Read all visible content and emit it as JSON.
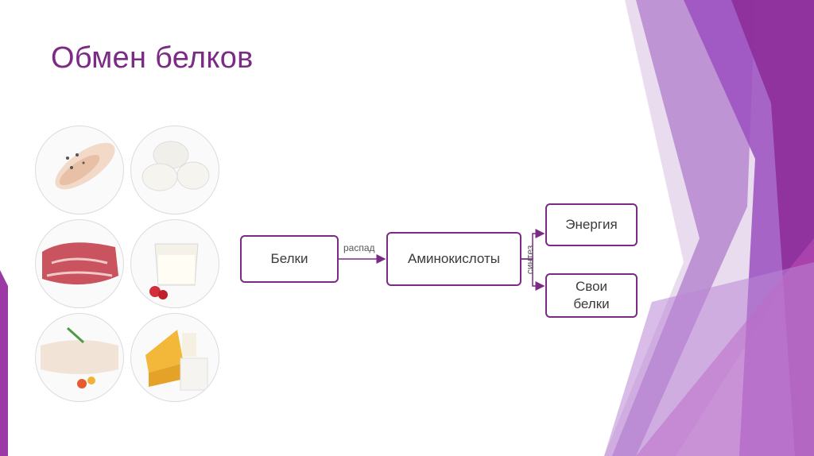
{
  "slide": {
    "title": "Обмен белков"
  },
  "diagram": {
    "nodes": {
      "proteins": "Белки",
      "amino_acids": "Аминокислоты",
      "energy": "Энергия",
      "own_proteins": "Свои\nбелки"
    },
    "edges": {
      "breakdown": "распад",
      "synthesis": "синтез"
    }
  },
  "images": {
    "items": [
      "chicken-breast",
      "eggs",
      "raw-meat",
      "milk",
      "fish-fillet",
      "cheese"
    ]
  },
  "colors": {
    "accent": "#7b2a86",
    "purple_light": "#c9a3dd",
    "purple_mid": "#9b4fc0",
    "purple_dark": "#8e2e9a"
  }
}
